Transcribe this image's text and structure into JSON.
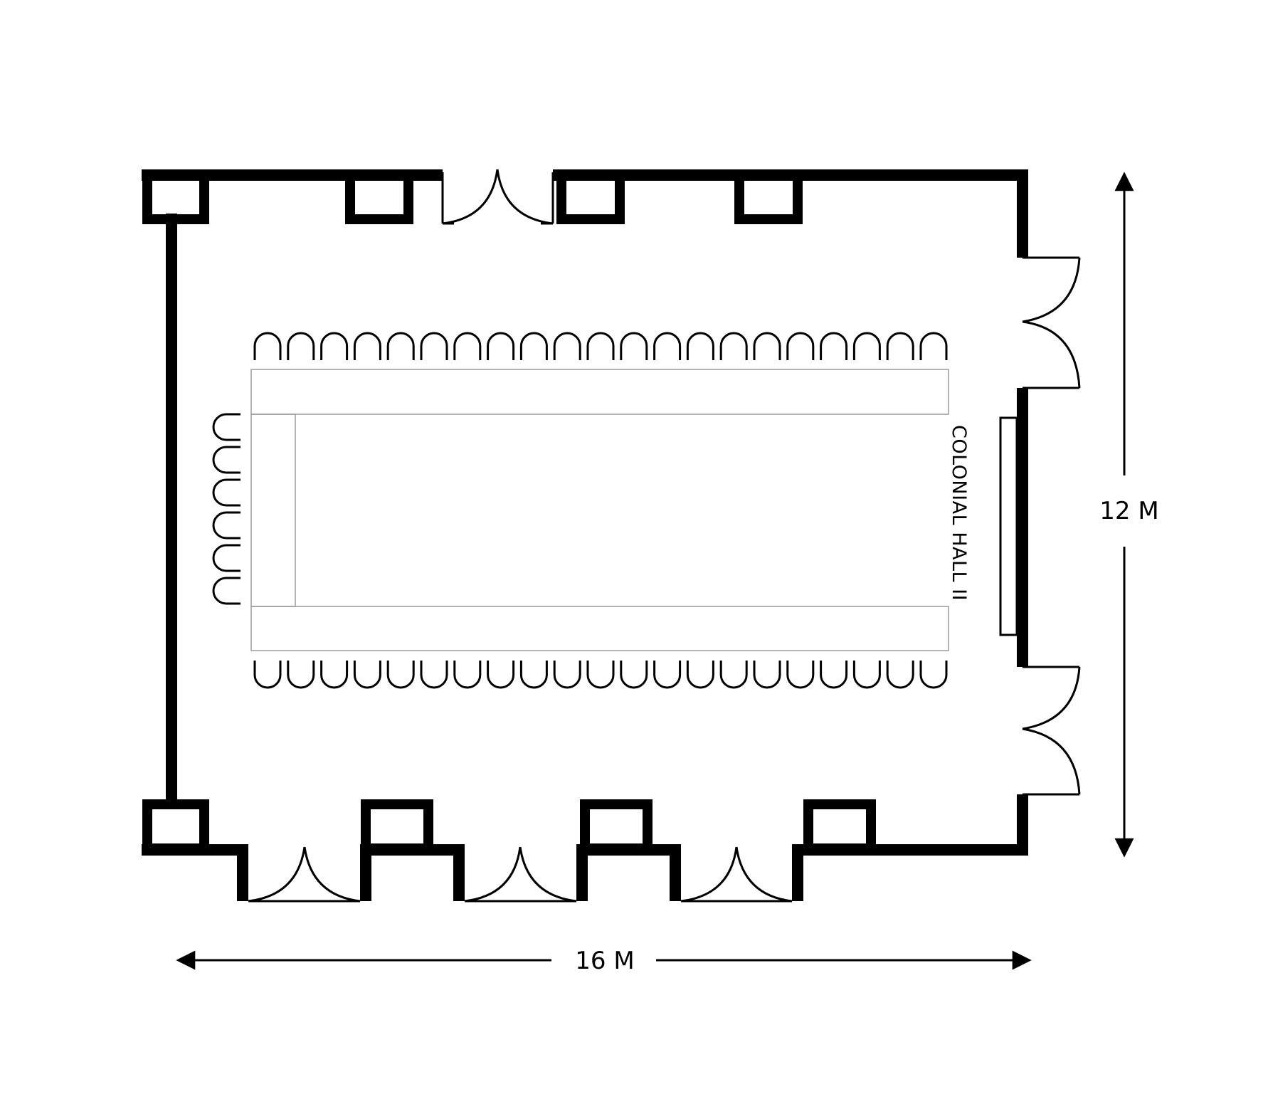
{
  "diagram": {
    "room_name": "COLONIAL HALL II",
    "width_label": "16 M",
    "height_label": "12 M",
    "layout": "U-shape",
    "chairs": {
      "top_row": 21,
      "bottom_row": 21,
      "left_column": 6
    },
    "colors": {
      "wall": "#000000",
      "table_outline": "#9a9a9a",
      "background": "#ffffff"
    }
  }
}
